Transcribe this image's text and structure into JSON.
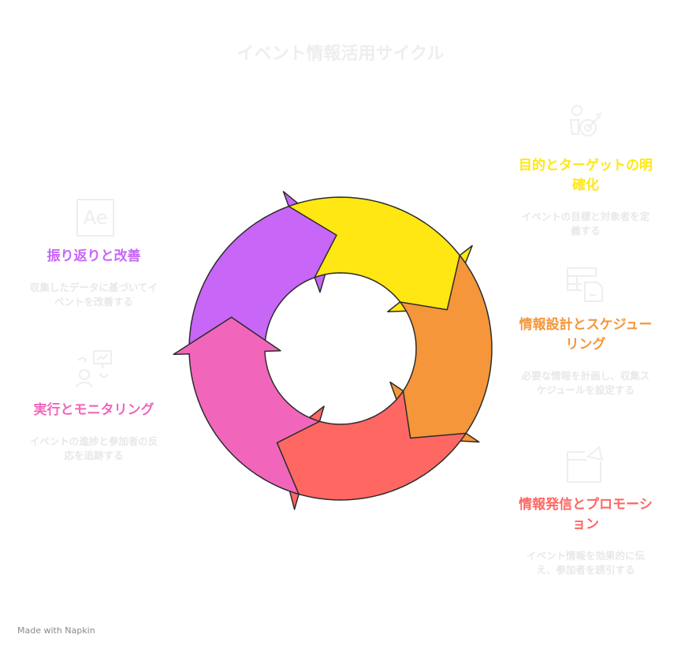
{
  "title": "イベント情報活用サイクル",
  "steps": [
    {
      "label": "目的とターゲットの明確化",
      "desc": "イベントの目標と対象者を定義する",
      "color": "#FFE713",
      "icon": "person-target-icon"
    },
    {
      "label": "情報設計とスケジューリング",
      "desc": "必要な情報を計画し、収集スケジュールを設定する",
      "color": "#F5963A",
      "icon": "layout-document-icon"
    },
    {
      "label": "情報発信とプロモーション",
      "desc": "イベント情報を効果的に伝え、参加者を誘引する",
      "color": "#FF6763",
      "icon": "megaphone-icon"
    },
    {
      "label": "実行とモニタリング",
      "desc": "イベントの進捗と参加者の反応を追跡する",
      "color": "#F166BB",
      "icon": "person-chart-icon"
    },
    {
      "label": "振り返りと改善",
      "desc": "収集したデータに基づいてイベントを改善する",
      "color": "#C766F7",
      "icon": "ae-icon",
      "icon_text": "Ae"
    }
  ],
  "footer": "Made with Napkin"
}
